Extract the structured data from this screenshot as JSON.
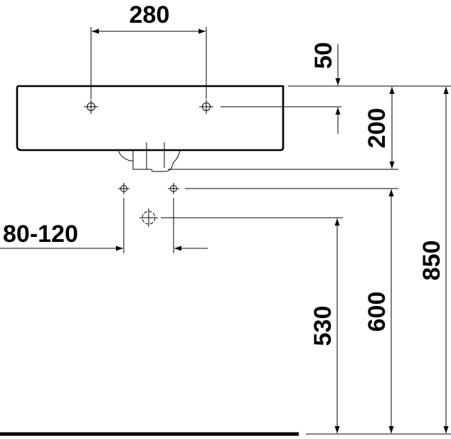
{
  "dimensions": {
    "tap_hole_spacing": "280",
    "tap_hole_offset": "50",
    "basin_height": "200",
    "fixing_spacing": "80-120",
    "waste_height": "530",
    "fixing_height": "600",
    "rim_height": "850"
  },
  "colors": {
    "line": "#000000",
    "background": "#ffffff"
  }
}
